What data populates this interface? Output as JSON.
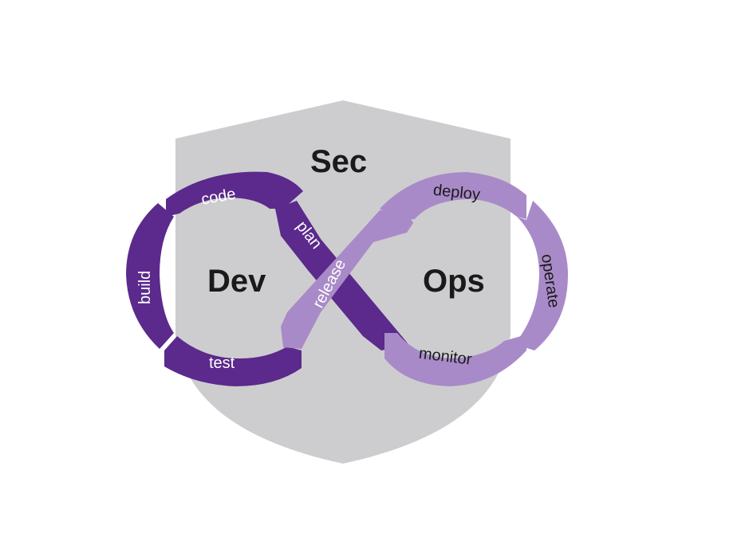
{
  "diagram": {
    "shield_label": "Sec",
    "dev_label": "Dev",
    "ops_label": "Ops",
    "dev_steps": {
      "code": "code",
      "build": "build",
      "test": "test",
      "plan": "plan"
    },
    "ops_steps": {
      "deploy": "deploy",
      "operate": "operate",
      "monitor": "monitor",
      "release": "release"
    },
    "colors": {
      "shield": "#cdcdcf",
      "dev": "#5b2a8c",
      "ops": "#a98ac8"
    }
  }
}
